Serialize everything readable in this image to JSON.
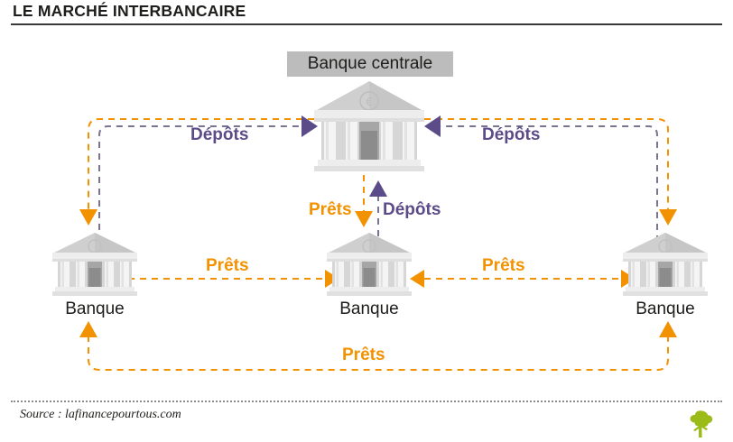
{
  "page": {
    "title": "LE MARCHÉ INTERBANCAIRE",
    "source": "Source : lafinancepourtous.com"
  },
  "colors": {
    "deposit_purple": "#5b4b89",
    "loan_orange": "#f39200",
    "title_dark": "#1d1d1b",
    "tag_gray": "#bcbcbc",
    "logo_green": "#9bbb19"
  },
  "nodes": {
    "central_bank": {
      "label": "Banque centrale",
      "icon": "bank-building-icon"
    },
    "bank_left": {
      "label": "Banque",
      "icon": "bank-building-icon"
    },
    "bank_center": {
      "label": "Banque",
      "icon": "bank-building-icon"
    },
    "bank_right": {
      "label": "Banque",
      "icon": "bank-building-icon"
    }
  },
  "flows": {
    "deposit_from_left": {
      "label": "Dépôts",
      "color": "#5b4b89",
      "from": "bank_left",
      "to": "central_bank"
    },
    "deposit_from_right": {
      "label": "Dépôts",
      "color": "#5b4b89",
      "from": "bank_right",
      "to": "central_bank"
    },
    "deposit_from_center": {
      "label": "Dépôts",
      "color": "#5b4b89",
      "from": "bank_center",
      "to": "central_bank"
    },
    "loan_to_center": {
      "label": "Prêts",
      "color": "#f39200",
      "from": "central_bank",
      "to": "bank_center"
    },
    "loan_center_to_left": {
      "label": "Prêts",
      "color": "#f39200",
      "from": "bank_center",
      "to": "bank_left"
    },
    "loan_right_to_center": {
      "label": "Prêts",
      "color": "#f39200",
      "from": "bank_right",
      "to": "bank_center"
    },
    "loan_bottom_loop": {
      "label": "Prêts",
      "color": "#f39200",
      "from": "bank_left",
      "to": "bank_right"
    }
  },
  "logo": {
    "name": "tree-logo-icon"
  }
}
